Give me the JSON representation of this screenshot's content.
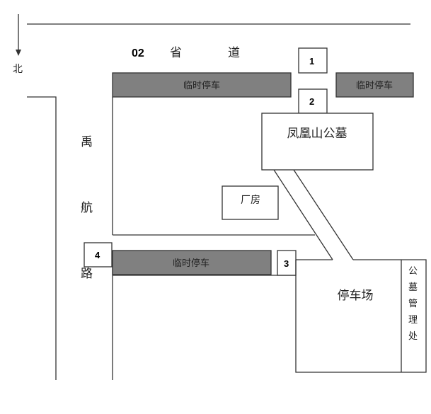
{
  "north_label": "北",
  "provincial_road": {
    "number": "02",
    "char1": "省",
    "char2": "道"
  },
  "left_road": {
    "chars": [
      "禹",
      "航",
      "路"
    ]
  },
  "temporary_parking": [
    "临时停车",
    "临时停车",
    "临时停车"
  ],
  "entrances": [
    "1",
    "2",
    "3",
    "4"
  ],
  "cemetery": "凤凰山公墓",
  "factory": "厂房",
  "parking_lot": "停车场",
  "management_office": [
    "公",
    "墓",
    "管",
    "理",
    "处"
  ],
  "colors": {
    "parking_fill": "#808080",
    "line": "#333333"
  }
}
